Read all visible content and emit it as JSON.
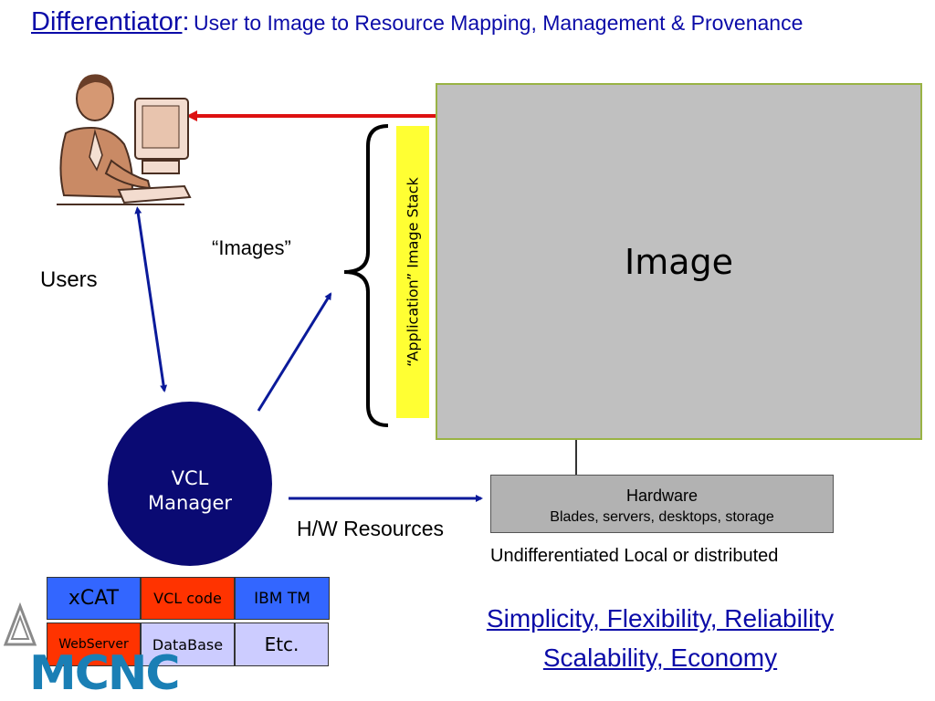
{
  "title": {
    "main": "Differentiator",
    "colon": ":",
    "subtitle": "User to Image to Resource Mapping, Management & Provenance"
  },
  "labels": {
    "users": "Users",
    "images": "“Images”",
    "hw_resources": "H/W Resources",
    "undifferentiated": "Undifferentiated Local or distributed"
  },
  "image_box": {
    "label": "Image"
  },
  "stack": {
    "label": "“Application” Image Stack"
  },
  "hardware": {
    "title": "Hardware",
    "subtitle": "Blades, servers, desktops, storage"
  },
  "vcl_manager": {
    "line1": "VCL",
    "line2": "Manager"
  },
  "components": [
    {
      "label": "xCAT",
      "color": "#3366ff"
    },
    {
      "label": "VCL code",
      "color": "#ff3300"
    },
    {
      "label": "IBM TM",
      "color": "#3366ff"
    },
    {
      "label": "WebServer",
      "color": "#ff3300"
    },
    {
      "label": "DataBase",
      "color": "#ccccff"
    },
    {
      "label": "Etc.",
      "color": "#ccccff"
    }
  ],
  "tagline": {
    "line1": "Simplicity, Flexibility, Reliability",
    "line2": "Scalability, Economy"
  },
  "logo": {
    "text": "MCNC"
  },
  "icons": {
    "user": "user-at-computer-icon",
    "logo": "mcnc-logo-icon"
  },
  "colors": {
    "title": "#0b0ba8",
    "arrow_blue": "#0a1a9a",
    "arrow_red": "#dd1111",
    "vcl_circle": "#0a0a73",
    "image_box": "#c0c0c0",
    "stack_band": "#ffff33",
    "hardware_box": "#b2b2b2"
  }
}
